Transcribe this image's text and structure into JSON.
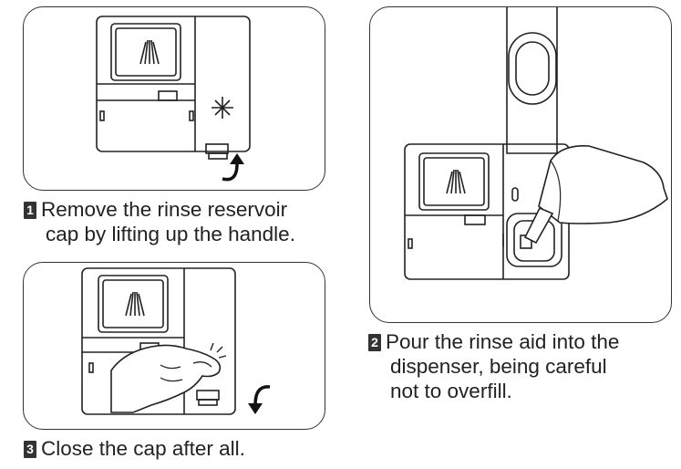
{
  "steps": [
    {
      "number": "1",
      "line1": "Remove the rinse reservoir",
      "line2": "cap by lifting up the handle."
    },
    {
      "number": "2",
      "line1": "Pour the rinse aid into the",
      "line2": "dispenser, being careful",
      "line3": "not to overfill."
    },
    {
      "number": "3",
      "line1": "Close the cap after all."
    }
  ]
}
